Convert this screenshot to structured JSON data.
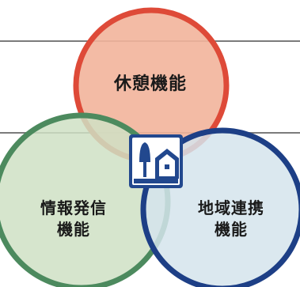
{
  "circles": {
    "rest": {
      "label": "休憩機能",
      "fill_color": "#f2b49b",
      "ring_color": "#de4a38"
    },
    "information": {
      "label_line1": "情報発信",
      "label_line2": "機能",
      "fill_color": "#cfe1c4",
      "ring_color": "#4c8a5e"
    },
    "regional": {
      "label_line1": "地域連携",
      "label_line2": "機能",
      "fill_color": "#d5e4ec",
      "ring_color": "#1d3f86"
    }
  },
  "center_icon": {
    "icon": "roadside-station-icon",
    "color": "#22488e"
  }
}
